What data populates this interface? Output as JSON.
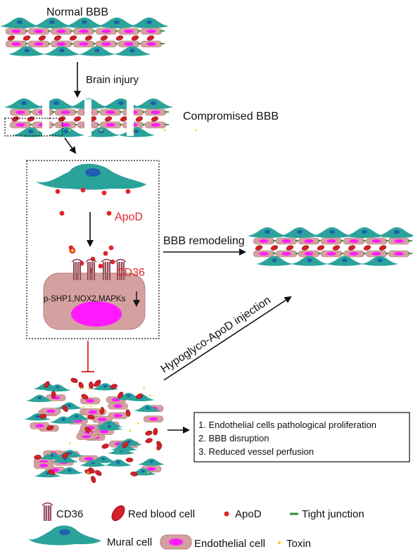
{
  "labels": {
    "normal_bbb": "Normal BBB",
    "brain_injury": "Brain injury",
    "compromised_bbb": "Compromised BBB",
    "apod": "ApoD",
    "cd36": "CD36",
    "signaling": "p-SHP1,NOX2,MAPKs",
    "bbb_remodeling": "BBB remodeling",
    "injection": "Hypoglyco-ApoD injection"
  },
  "outcomes": [
    "1. Endothelial cells pathological proliferation",
    "2. BBB disruption",
    "3. Reduced vessel perfusion"
  ],
  "legend": {
    "cd36": "CD36",
    "rbc": "Red blood cell",
    "apod": "ApoD",
    "tight_junction": "Tight junction",
    "mural": "Mural cell",
    "endothelial": "Endothelial cell",
    "toxin": "Toxin"
  },
  "colors": {
    "mural_cell": "#2aa39a",
    "mural_nucleus": "#1f5fae",
    "endothelial_cell": "#d4a0a0",
    "endothelial_nucleus": "#ff1aff",
    "red_blood_cell": "#d42027",
    "apod": "#e0262b",
    "tight_junction": "#2a8f3a",
    "toxin": "#f2d21b",
    "cd36": "#8a3442",
    "inhibit": "#e0262b"
  }
}
